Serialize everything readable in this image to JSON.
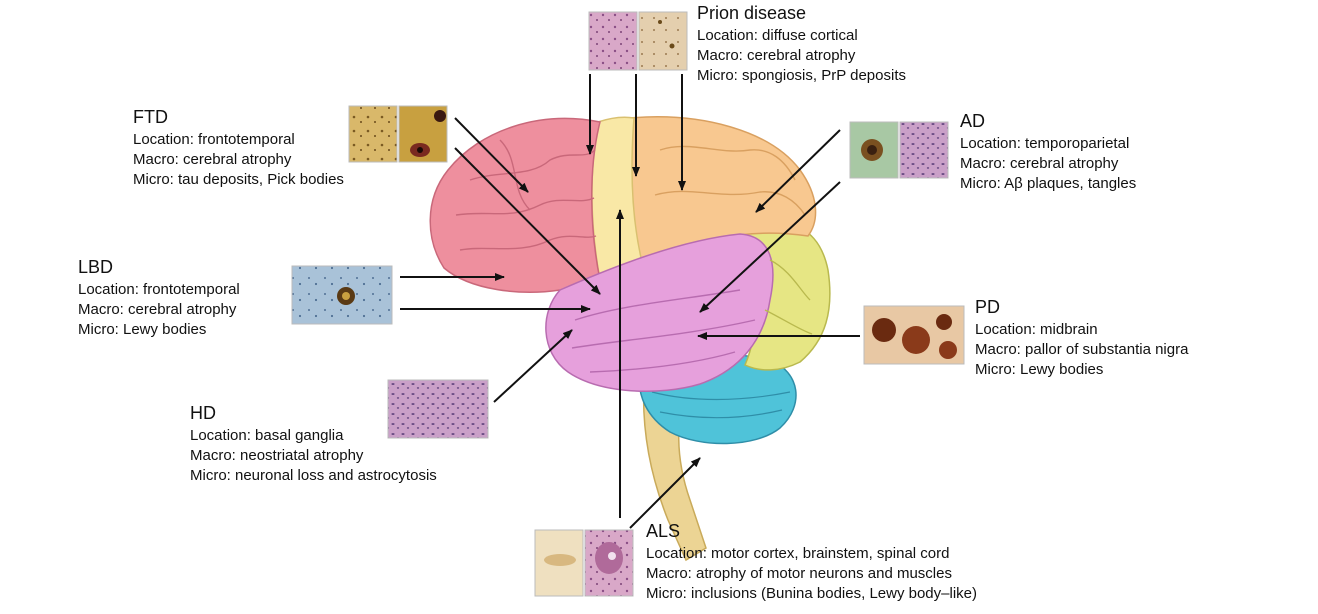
{
  "labels": {
    "prion": {
      "title": "Prion disease",
      "location": "Location: diffuse cortical",
      "macro": "Macro: cerebral atrophy",
      "micro": "Micro: spongiosis, PrP deposits"
    },
    "ftd": {
      "title": "FTD",
      "location": "Location: frontotemporal",
      "macro": "Macro: cerebral atrophy",
      "micro": "Micro: tau deposits, Pick bodies"
    },
    "ad": {
      "title": "AD",
      "location": "Location: temporoparietal",
      "macro": "Macro: cerebral atrophy",
      "micro": "Micro: Aβ plaques, tangles"
    },
    "lbd": {
      "title": "LBD",
      "location": "Location: frontotemporal",
      "macro": "Macro: cerebral atrophy",
      "micro": "Micro: Lewy bodies"
    },
    "pd": {
      "title": "PD",
      "location": "Location: midbrain",
      "macro": "Macro: pallor of substantia nigra",
      "micro": "Micro: Lewy bodies"
    },
    "hd": {
      "title": "HD",
      "location": "Location: basal ganglia",
      "macro": "Macro: neostriatal atrophy",
      "micro": "Micro: neuronal loss and astrocytosis"
    },
    "als": {
      "title": "ALS",
      "location": "Location: motor cortex, brainstem, spinal cord",
      "macro": "Macro: atrophy of motor neurons and muscles",
      "micro": "Micro: inclusions (Bunina bodies, Lewy body–like)"
    }
  },
  "colors": {
    "frontal": "#ee8f9e",
    "parietal_front": "#f9e8a6",
    "parietal_back": "#f8c890",
    "temporal": "#e6a0dc",
    "occipital": "#e6e684",
    "cerebellum": "#4fc3d9",
    "brainstem": "#ecd494",
    "arrow": "#111111"
  }
}
